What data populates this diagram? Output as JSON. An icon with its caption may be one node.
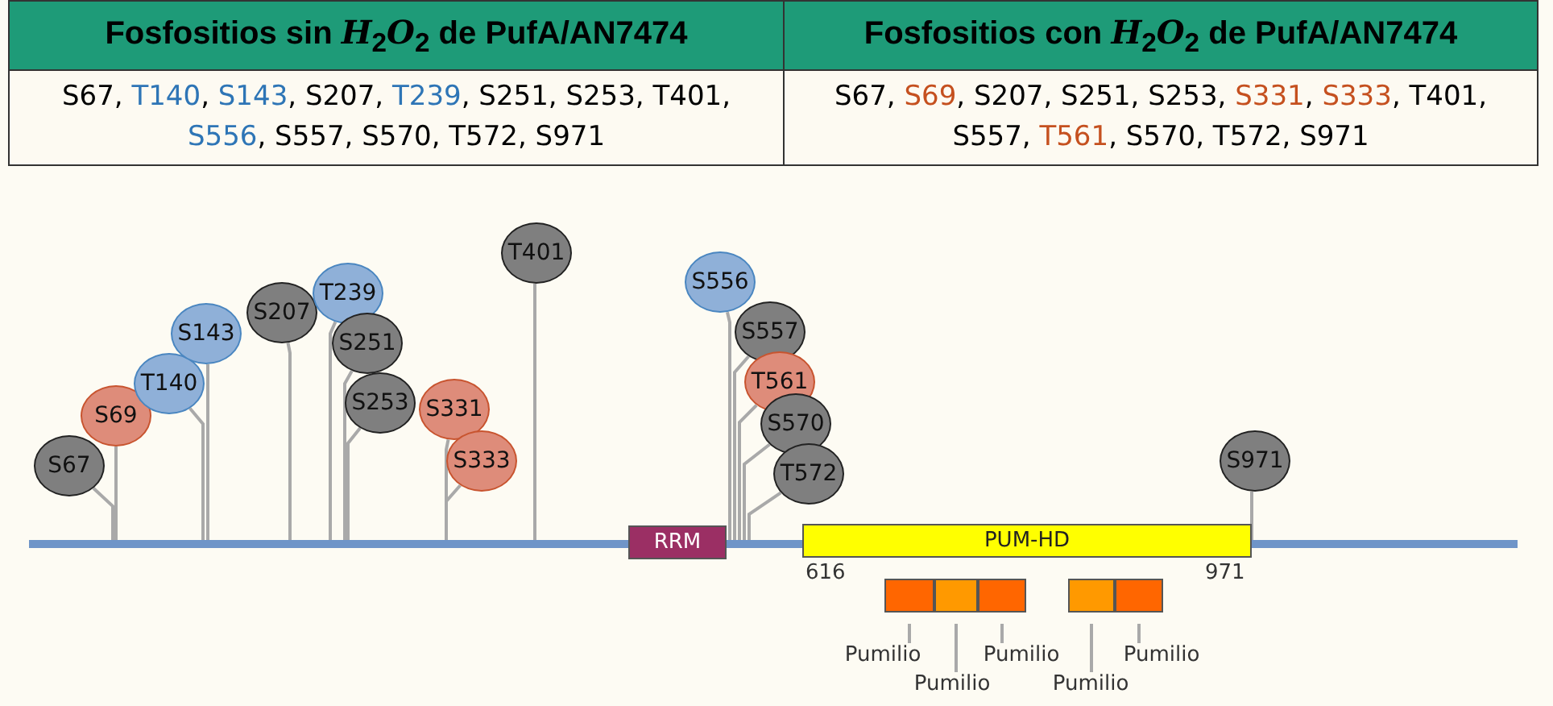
{
  "diagram": {
    "nodes": [
      {
        "text": [
          "S67"
        ]
      },
      {
        "text": [
          "S69"
        ]
      },
      {
        "text": [
          "T140"
        ]
      },
      {
        "text": [
          "S143"
        ]
      },
      {
        "text": [
          "S207"
        ]
      },
      {
        "text": [
          "T239"
        ]
      },
      {
        "text": [
          "S251"
        ]
      },
      {
        "text": [
          "S253"
        ]
      },
      {
        "text": [
          "S331"
        ]
      },
      {
        "text": [
          "S333"
        ]
      },
      {
        "text": [
          "T401"
        ]
      },
      {
        "text": [
          "S556"
        ]
      },
      {
        "text": [
          "S557"
        ]
      },
      {
        "text": [
          "T561"
        ]
      },
      {
        "text": [
          "S570"
        ]
      },
      {
        "text": [
          "T572"
        ]
      },
      {
        "text": [
          "S971"
        ]
      },
      {
        "text": [],
        "shape": "bar"
      },
      {
        "text": [
          "RRM"
        ]
      },
      {
        "text": [
          "PUM-HD"
        ]
      },
      {
        "text": [],
        "shape": "box"
      },
      {
        "text": [],
        "shape": "box"
      },
      {
        "text": [],
        "shape": "box"
      },
      {
        "text": [],
        "shape": "box"
      },
      {
        "text": [],
        "shape": "box"
      },
      {
        "text": [
          "Pumilio"
        ]
      },
      {
        "text": [
          "Pumilio"
        ]
      },
      {
        "text": [
          "Pumilio"
        ]
      },
      {
        "text": [
          "Pumilio"
        ]
      },
      {
        "text": [
          "Pumilio"
        ]
      }
    ],
    "edges": [
      {
        "from": 0,
        "to": 17,
        "arrow": "none"
      },
      {
        "from": 1,
        "to": 17,
        "arrow": "none"
      },
      {
        "from": 2,
        "to": 17,
        "arrow": "none"
      },
      {
        "from": 3,
        "to": 17,
        "arrow": "none"
      },
      {
        "from": 4,
        "to": 17,
        "arrow": "none"
      },
      {
        "from": 5,
        "to": 17,
        "arrow": "none"
      },
      {
        "from": 6,
        "to": 17,
        "arrow": "none"
      },
      {
        "from": 7,
        "to": 17,
        "arrow": "none"
      },
      {
        "from": 8,
        "to": 17,
        "arrow": "none"
      },
      {
        "from": 9,
        "to": 17,
        "arrow": "none"
      },
      {
        "from": 10,
        "to": 17,
        "arrow": "none"
      },
      {
        "from": 11,
        "to": 17,
        "arrow": "none"
      },
      {
        "from": 12,
        "to": 17,
        "arrow": "none"
      },
      {
        "from": 13,
        "to": 17,
        "arrow": "none"
      },
      {
        "from": 14,
        "to": 17,
        "arrow": "none"
      },
      {
        "from": 15,
        "to": 17,
        "arrow": "none"
      },
      {
        "from": 16,
        "to": 17,
        "arrow": "none"
      },
      {
        "from": 25,
        "to": 20,
        "arrow": "none"
      },
      {
        "from": 26,
        "to": 21,
        "arrow": "none"
      },
      {
        "from": 27,
        "to": 22,
        "arrow": "none"
      },
      {
        "from": 28,
        "to": 23,
        "arrow": "none"
      },
      {
        "from": 29,
        "to": 24,
        "arrow": "none"
      }
    ],
    "labels": [
      "Fosfositios sin *H*$_{2}$*O*$_{2}$ de PufA/AN7474",
      "Fosfositios con *H*$_{2}$*O*$_{2}$ de PufA/AN7474",
      "S67, T140, S143, S207, T239, S251, S253, T401, S556, S557, S570, T572, S971",
      "S67, S69, S207, S251, S253, S331, S333, T401, S557, T561, S570, T572, S971",
      "616",
      "971"
    ]
  }
}
